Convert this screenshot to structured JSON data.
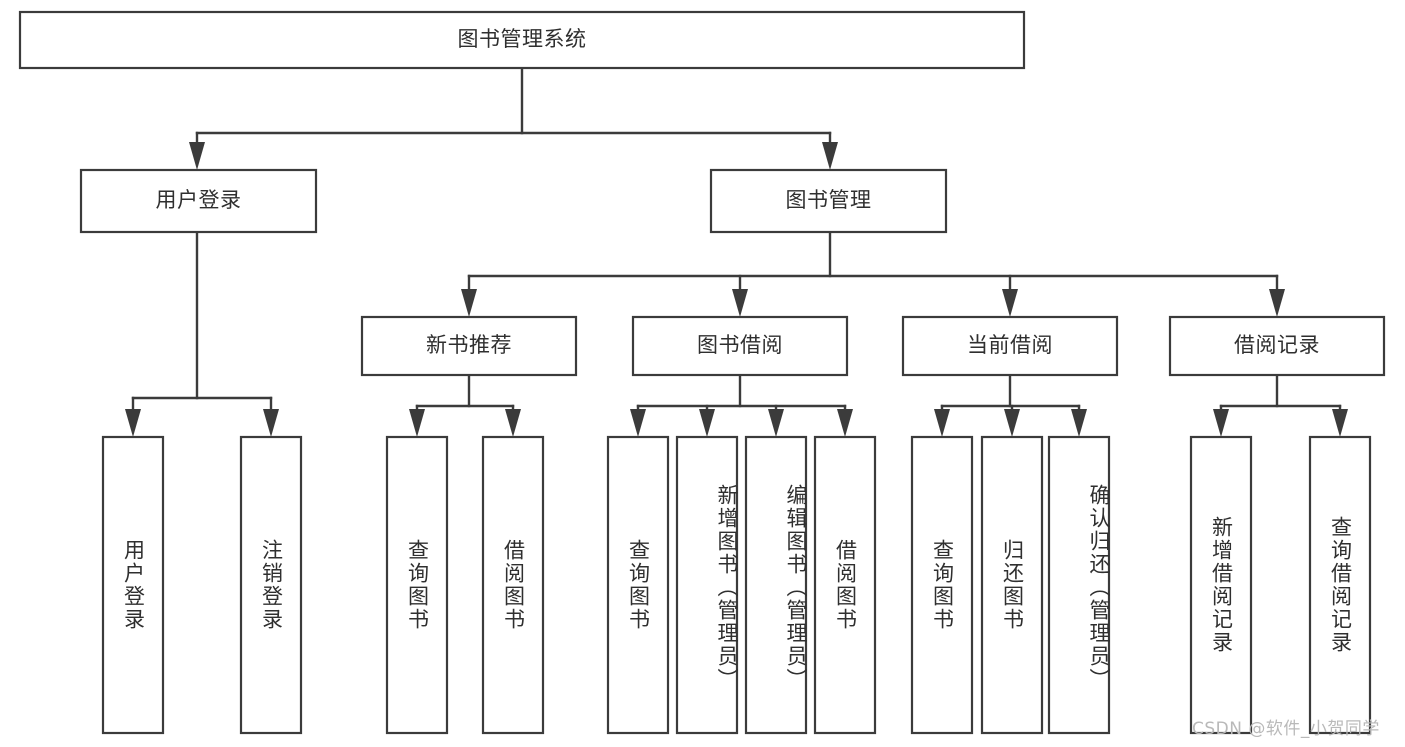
{
  "diagram": {
    "type": "hierarchy-tree",
    "title": "图书管理系统",
    "watermark": "CSDN @软件_小贺同学",
    "colors": {
      "stroke": "#3b3b3b",
      "fill": "#ffffff",
      "text": "#2f2f2f",
      "watermark": "#b9b9b9",
      "background": "#ffffff"
    },
    "levels": {
      "root": {
        "label": "图书管理系统"
      },
      "level2": [
        {
          "id": "user-login",
          "label": "用户登录"
        },
        {
          "id": "book-management",
          "label": "图书管理"
        }
      ],
      "level3": [
        {
          "id": "new-book-recommend",
          "label": "新书推荐",
          "parent": "book-management"
        },
        {
          "id": "book-borrow",
          "label": "图书借阅",
          "parent": "book-management"
        },
        {
          "id": "current-borrow",
          "label": "当前借阅",
          "parent": "book-management"
        },
        {
          "id": "borrow-record",
          "label": "借阅记录",
          "parent": "book-management"
        }
      ],
      "leaves": [
        {
          "id": "leaf-user-login",
          "label": "用户登录",
          "parent": "user-login"
        },
        {
          "id": "leaf-user-logout",
          "label": "注销登录",
          "parent": "user-login"
        },
        {
          "id": "leaf-query-book-1",
          "label": "查询图书",
          "parent": "new-book-recommend"
        },
        {
          "id": "leaf-borrow-book-1",
          "label": "借阅图书",
          "parent": "new-book-recommend"
        },
        {
          "id": "leaf-query-book-2",
          "label": "查询图书",
          "parent": "book-borrow"
        },
        {
          "id": "leaf-add-book",
          "label": "新增图书（管理员）",
          "parent": "book-borrow"
        },
        {
          "id": "leaf-edit-book",
          "label": "编辑图书（管理员）",
          "parent": "book-borrow"
        },
        {
          "id": "leaf-borrow-book-2",
          "label": "借阅图书",
          "parent": "book-borrow"
        },
        {
          "id": "leaf-query-book-3",
          "label": "查询图书",
          "parent": "current-borrow"
        },
        {
          "id": "leaf-return-book",
          "label": "归还图书",
          "parent": "current-borrow"
        },
        {
          "id": "leaf-confirm-return",
          "label": "确认归还（管理员）",
          "parent": "current-borrow"
        },
        {
          "id": "leaf-add-record",
          "label": "新增借阅记录",
          "parent": "borrow-record"
        },
        {
          "id": "leaf-query-record",
          "label": "查询借阅记录",
          "parent": "borrow-record"
        }
      ]
    }
  }
}
